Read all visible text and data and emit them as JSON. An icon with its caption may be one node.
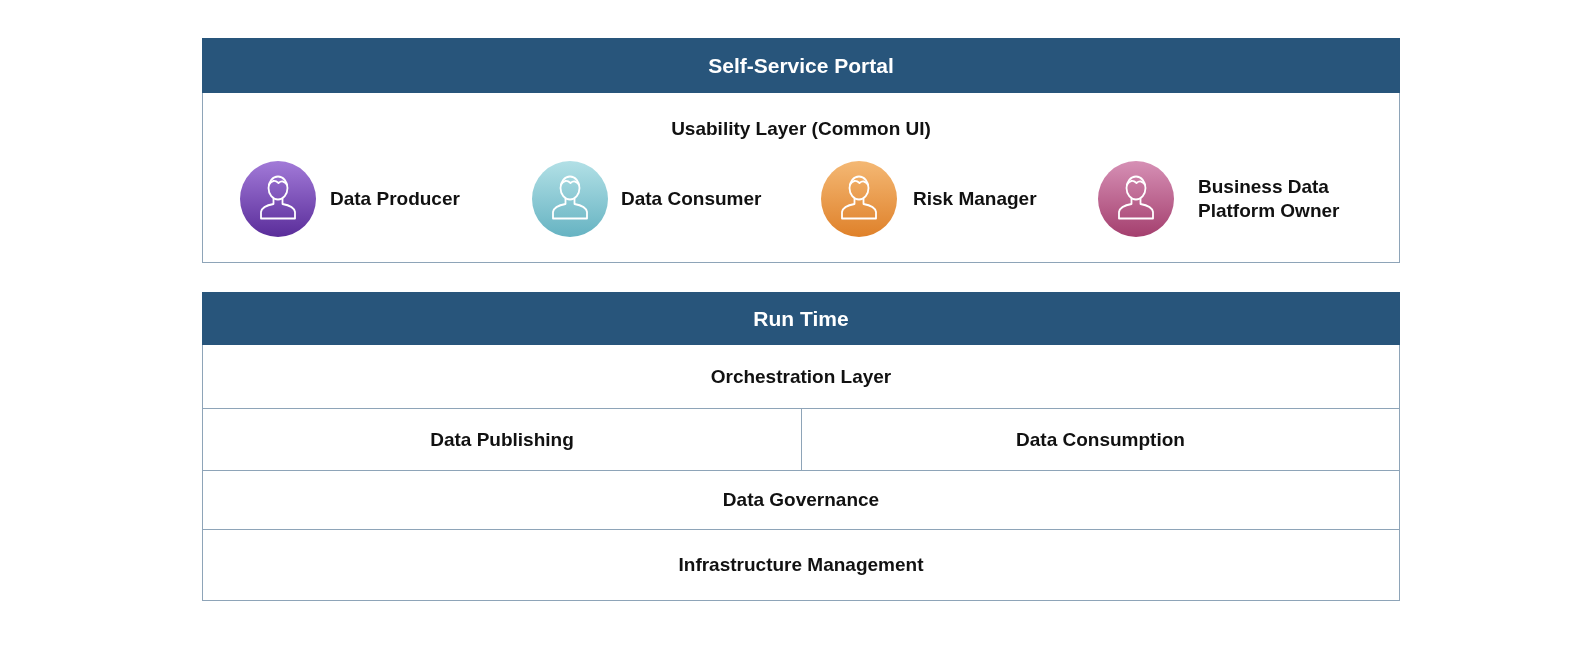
{
  "diagram": {
    "nodes": [
      {
        "text": [
          "Self-Service Portal",
          "Usability Layer (Common UI)"
        ]
      },
      {
        "text": [],
        "shape": "person",
        "in": 0,
        "beside": [
          "Data Producer"
        ]
      },
      {
        "text": [],
        "shape": "person",
        "in": 0,
        "beside": [
          "Data Consumer"
        ]
      },
      {
        "text": [],
        "shape": "person",
        "in": 0,
        "beside": [
          "Risk Manager"
        ]
      },
      {
        "text": [],
        "shape": "person",
        "in": 0,
        "beside": [
          "Business Data Platform Owner"
        ]
      },
      {
        "text": [
          "Run Time"
        ]
      },
      {
        "text": [
          "Orchestration Layer"
        ],
        "in": 5
      },
      {
        "text": [
          "Data Publishing"
        ],
        "in": 5
      },
      {
        "text": [
          "Data Consumption"
        ],
        "in": 5
      },
      {
        "text": [
          "Data Governance"
        ],
        "in": 5
      },
      {
        "text": [
          "Infrastructure Management"
        ],
        "in": 5
      }
    ]
  }
}
